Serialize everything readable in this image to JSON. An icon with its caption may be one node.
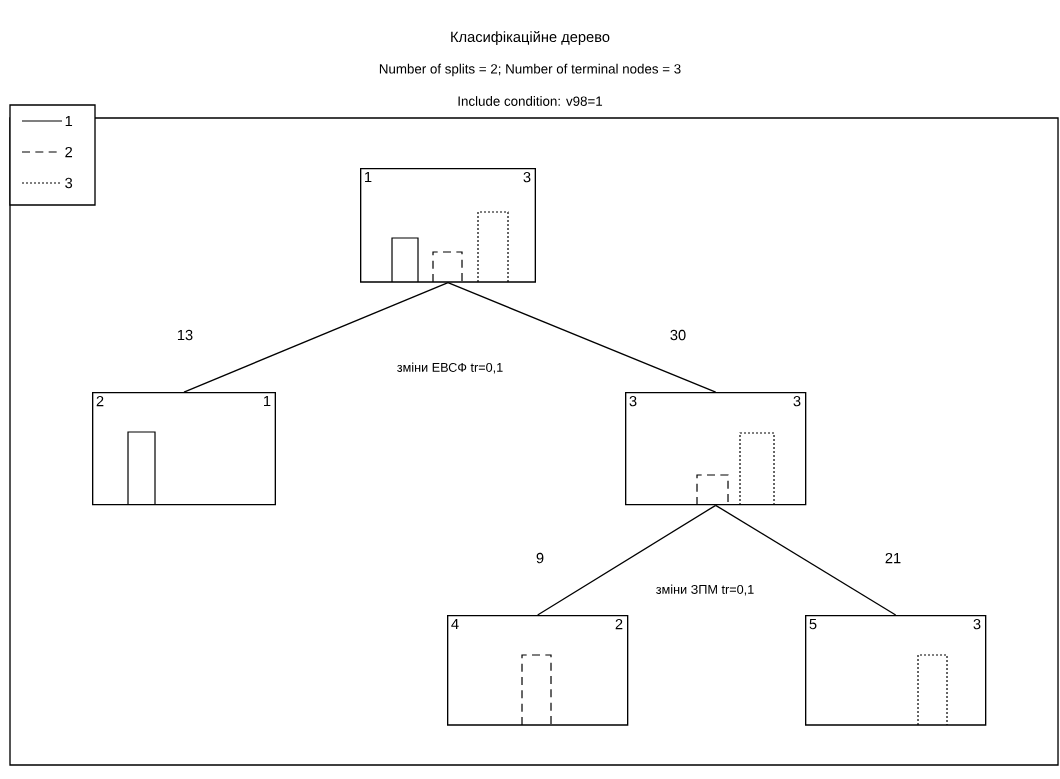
{
  "diagram": {
    "title": "Класифікаційне дерево",
    "nodes": [
      {
        "text": [
          "1",
          "3"
        ]
      },
      {
        "text": [
          "2",
          "1"
        ]
      },
      {
        "text": [
          "3",
          "3"
        ]
      },
      {
        "text": [
          "4",
          "2"
        ]
      },
      {
        "text": [
          "5",
          "3"
        ]
      }
    ],
    "edges": [
      {
        "from": 0,
        "to": 1,
        "arrow": "none",
        "label": "13"
      },
      {
        "from": 0,
        "to": 2,
        "arrow": "none",
        "label": "30"
      },
      {
        "from": 2,
        "to": 3,
        "arrow": "none",
        "label": "9"
      },
      {
        "from": 2,
        "to": 4,
        "arrow": "none",
        "label": "21"
      }
    ],
    "labels": [
      "Number of splits = 2; Number of terminal nodes = 3",
      "Include condition:  v98=1",
      "зміни ЕВСФ tr=0,1",
      "зміни ЗПМ tr=0,1"
    ],
    "legend": [
      {
        "text": "1"
      },
      {
        "text": "2"
      },
      {
        "text": "3"
      }
    ]
  }
}
